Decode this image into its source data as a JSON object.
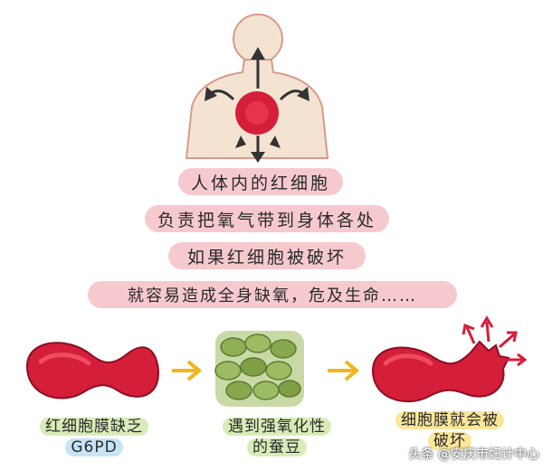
{
  "lines": {
    "line1": "人体内的红细胞",
    "line2": "负责把氧气带到身体各处",
    "line3": "如果红细胞被破坏",
    "line4": "就容易造成全身缺氧，危及生命……"
  },
  "steps": {
    "step1_line1": "红细胞膜缺乏",
    "step1_line2": "G6PD",
    "step2_line1": "遇到强氧化性",
    "step2_line2": "的蚕豆",
    "step3_line1": "细胞膜就会被",
    "step3_line2": "破坏"
  },
  "watermark": "头条 @安庆市妇计中心",
  "colors": {
    "blood_red": "#d41e3a",
    "caption_pink": "#f6c9cf",
    "arrow_yellow": "#f1b51c",
    "body_skin": "#f5e3d2"
  }
}
